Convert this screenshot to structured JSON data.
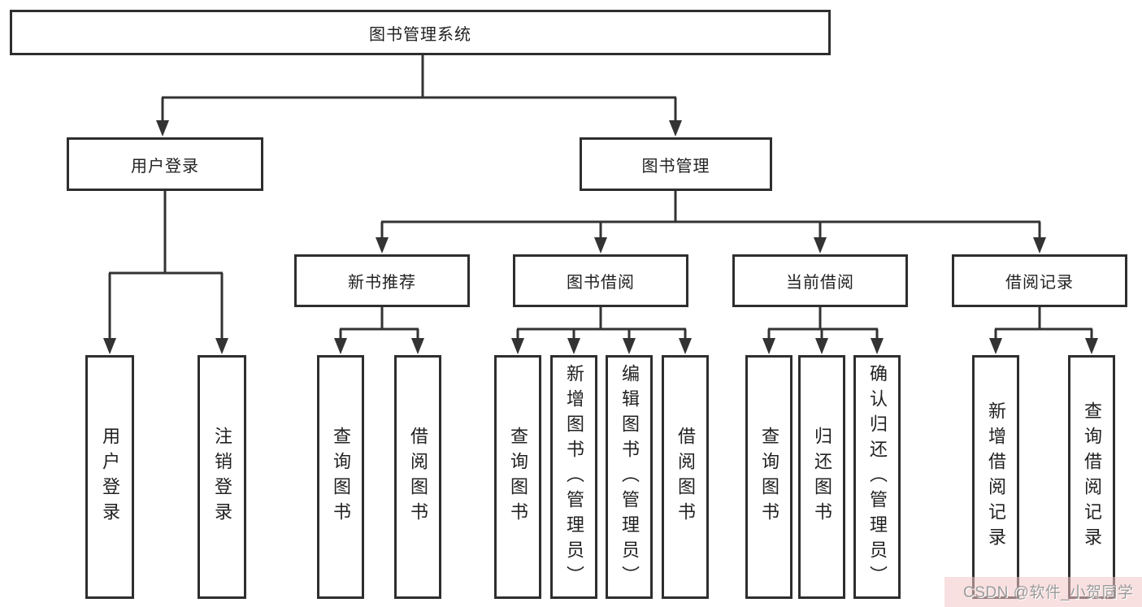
{
  "tree": {
    "label": "图书管理系统",
    "children": [
      {
        "label": "用户登录",
        "children": [
          {
            "label": "用户登录"
          },
          {
            "label": "注销登录"
          }
        ]
      },
      {
        "label": "图书管理",
        "children": [
          {
            "label": "新书推荐",
            "children": [
              {
                "label": "查询图书"
              },
              {
                "label": "借阅图书"
              }
            ]
          },
          {
            "label": "图书借阅",
            "children": [
              {
                "label": "查询图书"
              },
              {
                "label": "新增图书（管理员）"
              },
              {
                "label": "编辑图书（管理员）"
              },
              {
                "label": "借阅图书"
              }
            ]
          },
          {
            "label": "当前借阅",
            "children": [
              {
                "label": "查询图书"
              },
              {
                "label": "归还图书"
              },
              {
                "label": "确认归还（管理员）"
              }
            ]
          },
          {
            "label": "借阅记录",
            "children": [
              {
                "label": "新增借阅记录"
              },
              {
                "label": "查询借阅记录"
              }
            ]
          }
        ]
      }
    ]
  },
  "watermark": {
    "text": "CSDN @软件_小贺同学"
  },
  "colors": {
    "line": "#333333",
    "node_border": "#2e2e2e",
    "node_text": "#212121",
    "watermark_text": "#9a9a9a",
    "watermark_bg": "#f6d6d6",
    "background": "#ffffff"
  }
}
